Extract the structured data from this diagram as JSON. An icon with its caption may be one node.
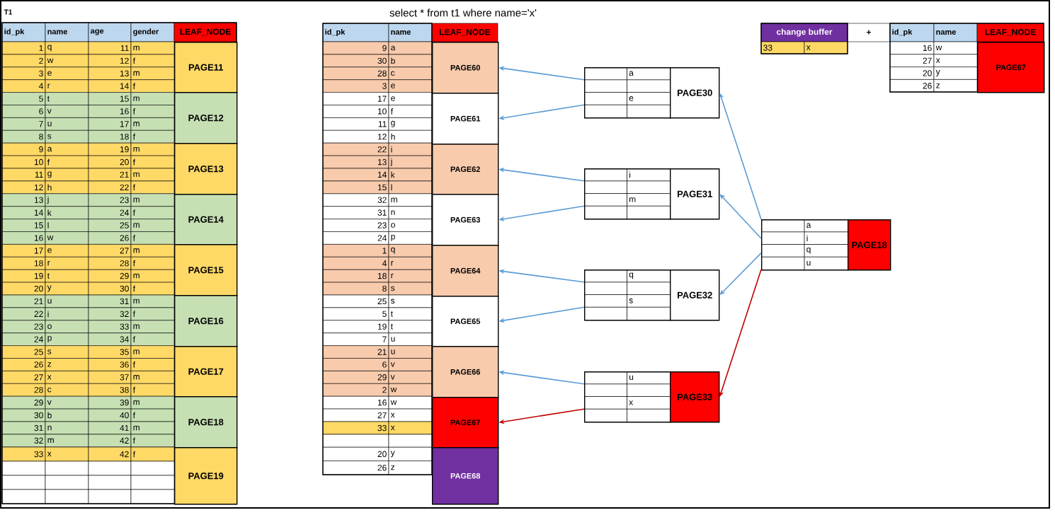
{
  "diagram": {
    "title": "select * from t1 where name='x'",
    "nodes": [
      {
        "text": [
          "PAGE11"
        ]
      },
      {
        "text": [
          "PAGE12"
        ]
      },
      {
        "text": [
          "PAGE13"
        ]
      },
      {
        "text": [
          "PAGE14"
        ]
      },
      {
        "text": [
          "PAGE15"
        ]
      },
      {
        "text": [
          "PAGE16"
        ]
      },
      {
        "text": [
          "PAGE17"
        ]
      },
      {
        "text": [
          "PAGE18"
        ]
      },
      {
        "text": [
          "PAGE19"
        ]
      },
      {
        "text": [
          "PAGE60"
        ]
      },
      {
        "text": [
          "PAGE61"
        ]
      },
      {
        "text": [
          "PAGE62"
        ]
      },
      {
        "text": [
          "PAGE63"
        ]
      },
      {
        "text": [
          "PAGE64"
        ]
      },
      {
        "text": [
          "PAGE65"
        ]
      },
      {
        "text": [
          "PAGE66"
        ]
      },
      {
        "text": [
          "PAGE67"
        ]
      },
      {
        "text": [
          "PAGE68"
        ]
      },
      {
        "text": [
          "a",
          "e"
        ]
      },
      {
        "text": [
          "PAGE30"
        ]
      },
      {
        "text": [
          "i",
          "m"
        ]
      },
      {
        "text": [
          "PAGE31"
        ]
      },
      {
        "text": [
          "q",
          "s"
        ]
      },
      {
        "text": [
          "PAGE32"
        ]
      },
      {
        "text": [
          "u",
          "x"
        ]
      },
      {
        "text": [
          "PAGE33"
        ]
      },
      {
        "text": [
          "a",
          "i",
          "q",
          "u"
        ]
      },
      {
        "text": [
          "PAGE18"
        ]
      },
      {
        "text": [
          "PAGE67"
        ]
      }
    ],
    "edges": [
      {
        "from": 18,
        "to": 9,
        "arrow": "to"
      },
      {
        "from": 18,
        "to": 10,
        "arrow": "to"
      },
      {
        "from": 20,
        "to": 11,
        "arrow": "to"
      },
      {
        "from": 20,
        "to": 12,
        "arrow": "to"
      },
      {
        "from": 22,
        "to": 13,
        "arrow": "to"
      },
      {
        "from": 22,
        "to": 14,
        "arrow": "to"
      },
      {
        "from": 24,
        "to": 15,
        "arrow": "to"
      },
      {
        "from": 24,
        "to": 16,
        "arrow": "to",
        "color": "#c00000"
      },
      {
        "from": 26,
        "to": 19,
        "arrow": "to"
      },
      {
        "from": 26,
        "to": 21,
        "arrow": "to"
      },
      {
        "from": 26,
        "to": 23,
        "arrow": "to"
      },
      {
        "from": 26,
        "to": 25,
        "arrow": "to",
        "color": "#c00000"
      }
    ],
    "labels": [
      "T1",
      "id_pk",
      "name",
      "age",
      "gender",
      "LEAF_NODE",
      "1",
      "q",
      "11",
      "m",
      "2",
      "w",
      "12",
      "f",
      "3",
      "e",
      "13",
      "m",
      "4",
      "r",
      "14",
      "f",
      "5",
      "t",
      "15",
      "m",
      "6",
      "v",
      "16",
      "f",
      "7",
      "u",
      "17",
      "m",
      "8",
      "s",
      "18",
      "f",
      "9",
      "a",
      "19",
      "m",
      "10",
      "f",
      "20",
      "f",
      "11",
      "g",
      "21",
      "m",
      "12",
      "h",
      "22",
      "f",
      "13",
      "j",
      "23",
      "m",
      "14",
      "k",
      "24",
      "f",
      "15",
      "l",
      "25",
      "m",
      "16",
      "w",
      "26",
      "f",
      "17",
      "e",
      "27",
      "m",
      "18",
      "r",
      "28",
      "f",
      "19",
      "t",
      "29",
      "m",
      "20",
      "y",
      "30",
      "f",
      "21",
      "u",
      "31",
      "m",
      "22",
      "i",
      "32",
      "f",
      "23",
      "o",
      "33",
      "m",
      "24",
      "p",
      "34",
      "f",
      "25",
      "s",
      "35",
      "m",
      "26",
      "z",
      "36",
      "f",
      "27",
      "x",
      "37",
      "m",
      "28",
      "c",
      "38",
      "f",
      "29",
      "v",
      "39",
      "m",
      "30",
      "b",
      "40",
      "f",
      "31",
      "n",
      "41",
      "m",
      "32",
      "m",
      "42",
      "f",
      "33",
      "x",
      "42",
      "f",
      "id_pk",
      "name",
      "LEAF_NODE",
      "9",
      "a",
      "30",
      "b",
      "28",
      "c",
      "3",
      "e",
      "17",
      "e",
      "10",
      "f",
      "11",
      "g",
      "12",
      "h",
      "22",
      "i",
      "13",
      "j",
      "14",
      "k",
      "15",
      "l",
      "32",
      "m",
      "31",
      "n",
      "23",
      "o",
      "24",
      "p",
      "1",
      "q",
      "4",
      "r",
      "18",
      "r",
      "8",
      "s",
      "25",
      "s",
      "5",
      "t",
      "19",
      "t",
      "7",
      "u",
      "21",
      "u",
      "6",
      "v",
      "29",
      "v",
      "2",
      "w",
      "16",
      "w",
      "27",
      "x",
      "33",
      "x",
      "20",
      "y",
      "26",
      "z",
      "change buffer",
      "+",
      "id_pk",
      "name",
      "LEAF_NODE",
      "33",
      "x",
      "16",
      "w",
      "27",
      "x",
      "20",
      "y",
      "26",
      "z"
    ]
  }
}
